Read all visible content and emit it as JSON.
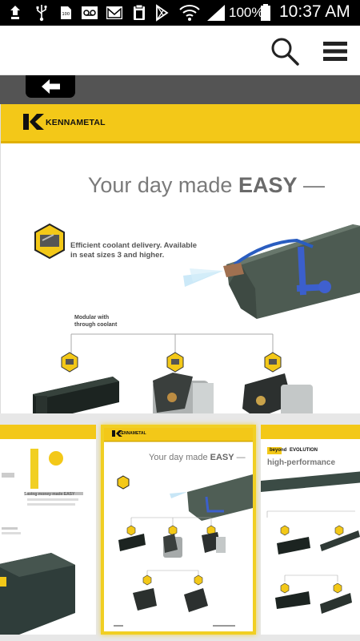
{
  "status_bar": {
    "battery_percent": "100%",
    "time": "10:37 AM",
    "icons": [
      "app-icon",
      "usb-icon",
      "storage-icon",
      "voicemail-icon",
      "email-icon",
      "clipboard-icon",
      "play-store-icon",
      "wifi-icon",
      "signal-icon",
      "battery-icon"
    ]
  },
  "toolbar": {
    "search_icon": "search-icon",
    "menu_icon": "menu-icon"
  },
  "viewer": {
    "back_icon": "back-arrow-icon",
    "page": {
      "brand": "KENNAMETAL",
      "headline_prefix": "Your day made ",
      "headline_bold": "EASY",
      "headline_suffix": " —",
      "coolant_text": "Efficient coolant delivery. Available in seat sizes 3 and higher.",
      "modular_text": "Modular with through coolant"
    }
  },
  "filmstrip": {
    "thumb_left": {
      "text": "Saving money made EASY"
    },
    "thumb_center": {
      "brand": "KENNAMETAL",
      "headline_prefix": "Your day made ",
      "headline_bold": "EASY",
      "headline_suffix": " —"
    },
    "thumb_right": {
      "badge_a": "beyond",
      "badge_b": "EVOLUTION",
      "title": "high-performance"
    }
  },
  "colors": {
    "brand_yellow": "#f3c818",
    "viewer_bg": "#545454",
    "selected_border": "#f1cf23"
  }
}
